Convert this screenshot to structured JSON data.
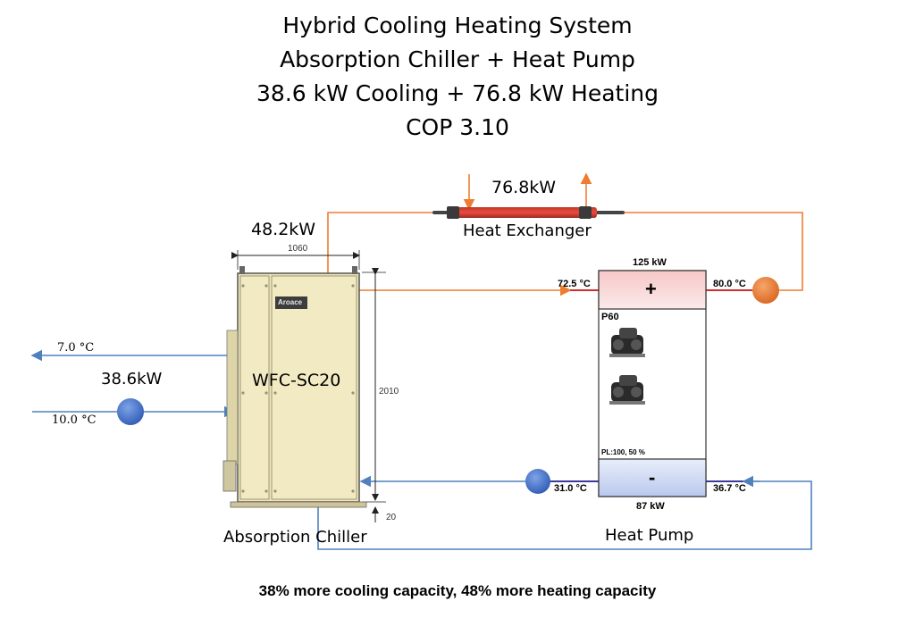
{
  "title_lines": [
    "Hybrid Cooling Heating System",
    "Absorption Chiller + Heat Pump",
    "38.6 kW Cooling + 76.8 kW Heating",
    "COP 3.10"
  ],
  "heat_exchanger": {
    "power": "76.8kW",
    "label": "Heat Exchanger"
  },
  "chiller": {
    "power_out": "48.2kW",
    "model": "WFC-SC20",
    "label": "Absorption Chiller",
    "width_dim": "1060",
    "height_dim": "2010",
    "base_dim": "20",
    "brand": "Aroace"
  },
  "chilled_water": {
    "supply_temp": "7.0 °C",
    "return_temp": "10.0 °C",
    "power": "38.6kW"
  },
  "heat_pump": {
    "label": "Heat Pump",
    "condenser_power": "125 kW",
    "evaporator_power": "87 kW",
    "model": "P60",
    "part_load": "PL:100, 50 %",
    "hot_in_temp": "72.5 °C",
    "hot_out_temp": "80.0 °C",
    "cold_out_temp": "31.0 °C",
    "cold_in_temp": "36.7 °C",
    "plus_symbol": "+",
    "minus_symbol": "-"
  },
  "footer": "38% more cooling capacity, 48% more heating capacity",
  "colors": {
    "hot_line": "#ed7d31",
    "cold_line": "#4f81bd",
    "cabinet": "#efe6b8",
    "pump_orange": "#e9823a",
    "pump_blue": "#3f6fc9"
  }
}
